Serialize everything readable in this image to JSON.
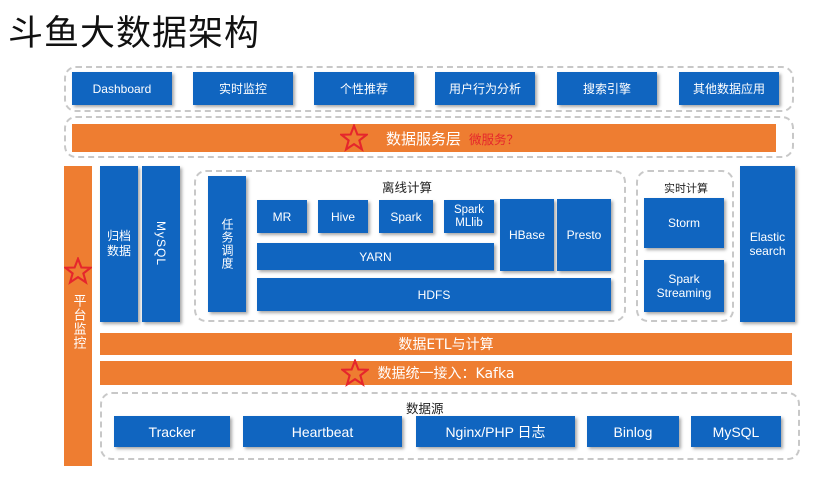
{
  "title": "斗鱼大数据架构",
  "apps": [
    "Dashboard",
    "实时监控",
    "个性推荐",
    "用户行为分析",
    "搜索引擎",
    "其他数据应用"
  ],
  "service_layer": {
    "label": "数据服务层",
    "note": "微服务？"
  },
  "platform_monitor": "平台监控",
  "archive": "归档数据",
  "mysql_side": "MySQL",
  "offline": {
    "title": "离线计算",
    "scheduler": "任务调度",
    "mr": "MR",
    "hive": "Hive",
    "spark": "Spark",
    "spark_mllib": "Spark MLlib",
    "yarn": "YARN",
    "hdfs": "HDFS",
    "hbase": "HBase",
    "presto": "Presto"
  },
  "realtime": {
    "title": "实时计算",
    "storm": "Storm",
    "spark_streaming": "Spark Streaming"
  },
  "elastic": "Elastic search",
  "etl": "数据ETL与计算",
  "ingest": "数据统一接入：Kafka",
  "sources": {
    "title": "数据源",
    "items": [
      "Tracker",
      "Heartbeat",
      "Nginx/PHP 日志",
      "Binlog",
      "MySQL"
    ]
  },
  "colors": {
    "blue": "#1065c0",
    "orange": "#ee7d31",
    "star": "#e5262c"
  }
}
